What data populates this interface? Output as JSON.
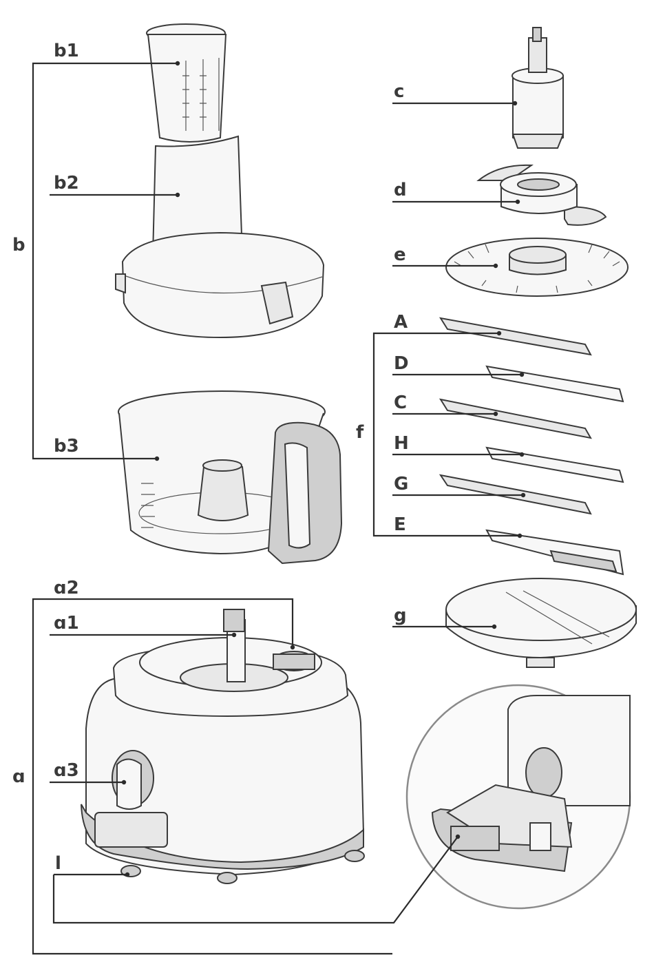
{
  "labels": {
    "b1": "b1",
    "b2": "b2",
    "b": "b",
    "b3": "b3",
    "a2": "ɑ2",
    "a1": "ɑ1",
    "a3": "ɑ3",
    "a": "ɑ",
    "l": "l",
    "c": "c",
    "d": "d",
    "e": "e",
    "A": "A",
    "D": "D",
    "C": "C",
    "f": "f",
    "H": "H",
    "G": "G",
    "E": "E",
    "g": "g"
  }
}
